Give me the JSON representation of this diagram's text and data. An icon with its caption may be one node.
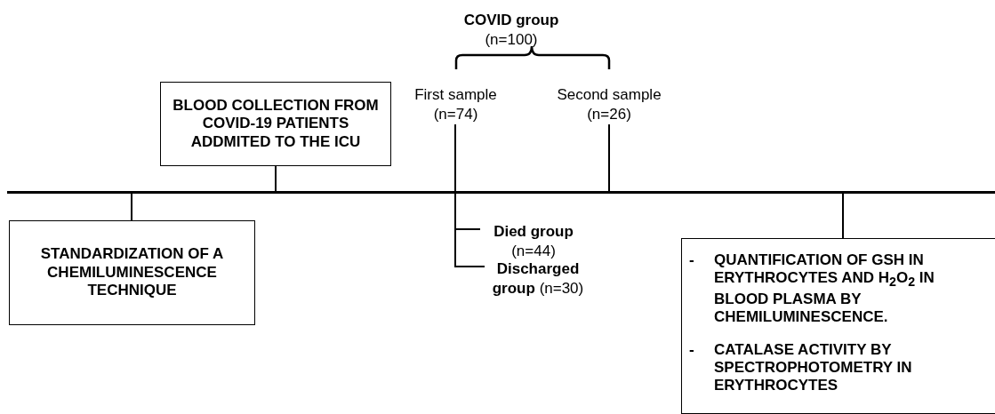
{
  "diagram": {
    "nodes": [
      {
        "text": [
          "COVID group",
          "(n=100)"
        ]
      },
      {
        "text": [
          "BLOOD COLLECTION FROM COVID-19 PATIENTS ADDMITED TO THE ICU"
        ]
      },
      {
        "text": [
          "First sample",
          "(n=74)"
        ]
      },
      {
        "text": [
          "Second sample",
          "(n=26)"
        ]
      },
      {
        "text": [],
        "shape": "bar"
      },
      {
        "text": [
          "STANDARDIZATION OF A CHEMILUMINESCENCE TECHNIQUE"
        ]
      },
      {
        "text": [
          "Died group",
          "(n=44)"
        ]
      },
      {
        "text": [
          "Discharged group",
          "(n=30)"
        ]
      },
      {
        "text": [
          "-",
          "QUANTIFICATION OF GSH IN ERYTHROCYTES AND H$_{2}$O$_{2}$ IN BLOOD PLASMA BY CHEMILUMINESCENCE.",
          "-",
          "CATALASE ACTIVITY BY SPECTROPHOTOMETRY IN ERYTHROCYTES"
        ]
      }
    ],
    "edges": [
      {
        "from": 1,
        "to": 4,
        "arrow": "none"
      },
      {
        "from": 3,
        "to": 4,
        "arrow": "none"
      },
      {
        "from": 4,
        "to": 5,
        "arrow": "none"
      },
      {
        "from": 2,
        "to": 6,
        "arrow": "none"
      },
      {
        "from": 2,
        "to": 7,
        "arrow": "none"
      },
      {
        "from": 4,
        "to": 8,
        "arrow": "none"
      }
    ]
  }
}
